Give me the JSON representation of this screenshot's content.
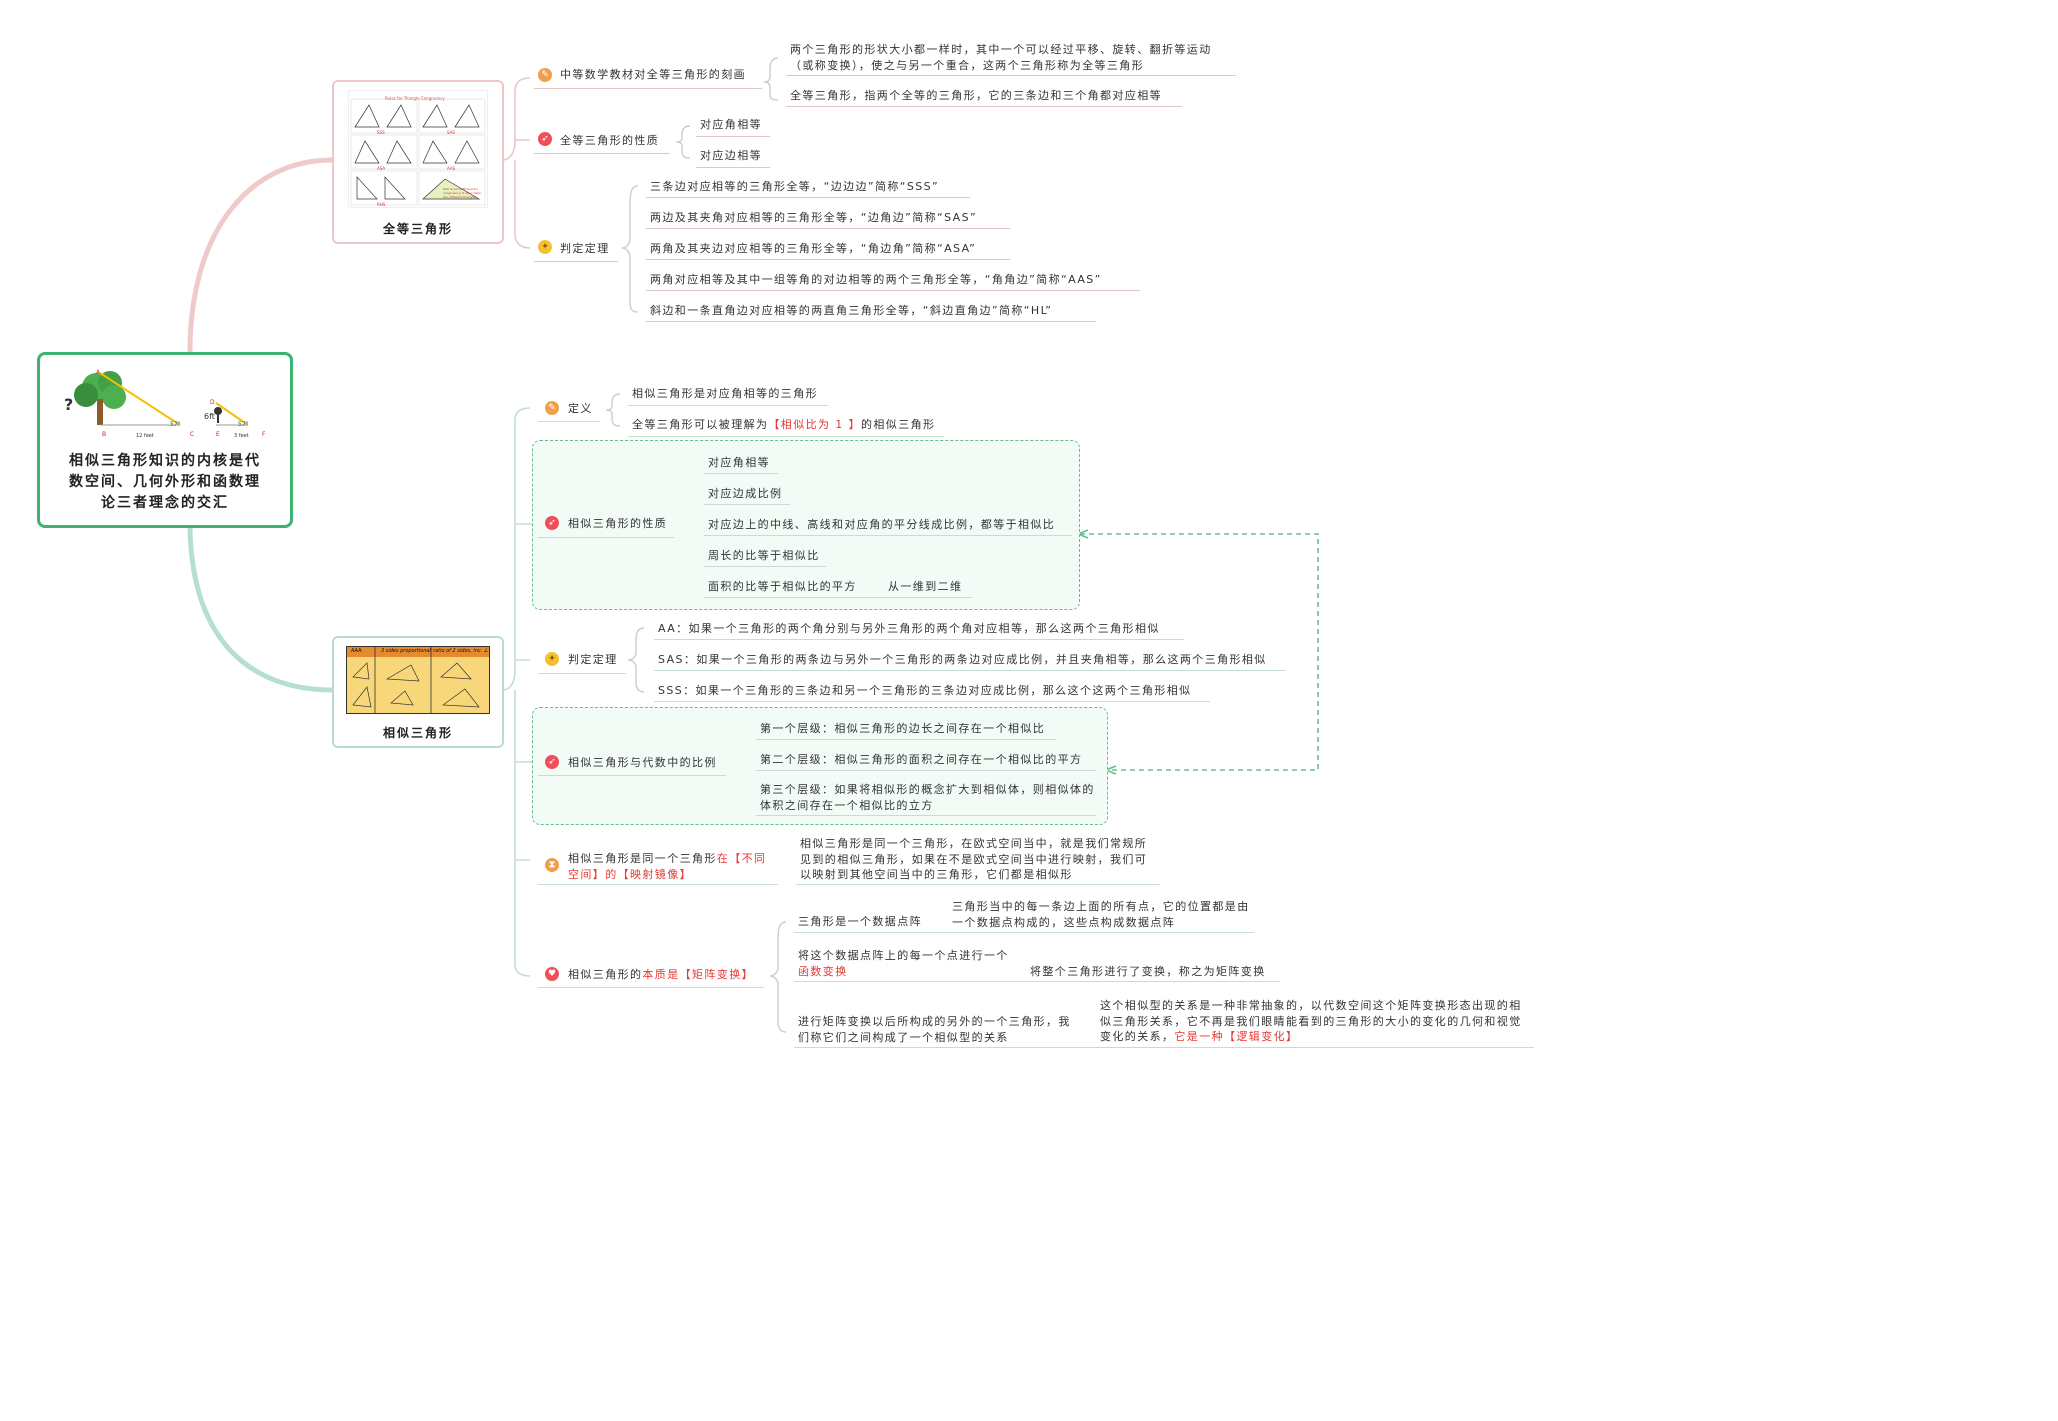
{
  "root": {
    "title_lines": [
      "相似三角形知识的内核是代",
      "数空间、几何外形和函数理",
      "论三者理念的交汇"
    ],
    "image": {
      "question_mark": "?",
      "label_ft": "6ft",
      "angle_a": "57°",
      "angle_b": "57°",
      "dist_a": "12 feet",
      "dist_b": "3 feet",
      "p_a": "A",
      "p_b": "B",
      "p_c": "C",
      "p_d": "D",
      "p_e": "E",
      "p_f": "F"
    }
  },
  "congruent": {
    "title": "全等三角形",
    "thumb": {
      "heading": "Rules for Triangle Congruency",
      "labels": [
        "SSS",
        "SAS",
        "ASA",
        "AAS",
        "RHS"
      ],
      "note": "SSA is not sufficient for congruency. It may make two different triangles."
    },
    "branches": {
      "textbook": {
        "label": "中等数学教材对全等三角形的刻画",
        "items": [
          "两个三角形的形状大小都一样时，其中一个可以经过平移、旋转、翻折等运动（或称变换），使之与另一个重合，这两个三角形称为全等三角形",
          "全等三角形，指两个全等的三角形，它的三条边和三个角都对应相等"
        ]
      },
      "properties": {
        "label": "全等三角形的性质",
        "items": [
          "对应角相等",
          "对应边相等"
        ]
      },
      "criteria": {
        "label": "判定定理",
        "items": [
          "三条边对应相等的三角形全等，“边边边”简称“SSS”",
          "两边及其夹角对应相等的三角形全等，“边角边”简称“SAS”",
          "两角及其夹边对应相等的三角形全等，“角边角”简称“ASA”",
          "两角对应相等及其中一组等角的对边相等的两个三角形全等，“角角边”简称“AAS”",
          "斜边和一条直角边对应相等的两直角三角形全等，“斜边直角边”简称“HL”"
        ]
      }
    }
  },
  "similar": {
    "title": "相似三角形",
    "thumb": {
      "headers": [
        "AAA",
        "3 sides proportional",
        "ratio of 2 sides, inc. ∠"
      ]
    },
    "branches": {
      "definition": {
        "label": "定义",
        "items": [
          "相似三角形是对应角相等的三角形",
          {
            "pre": "全等三角形可以被理解为",
            "hl": "【相似比为 1 】",
            "post": "的相似三角形"
          }
        ]
      },
      "properties": {
        "label": "相似三角形的性质",
        "items": [
          "对应角相等",
          "对应边成比例",
          "对应边上的中线、高线和对应角的平分线成比例，都等于相似比",
          "周长的比等于相似比",
          "面积的比等于相似比的平方"
        ],
        "note": "从一维到二维"
      },
      "criteria": {
        "label": "判定定理",
        "items": [
          "AA：如果一个三角形的两个角分别与另外三角形的两个角对应相等，那么这两个三角形相似",
          "SAS：如果一个三角形的两条边与另外一个三角形的两条边对应成比例，并且夹角相等，那么这两个三角形相似",
          "SSS：如果一个三角形的三条边和另一个三角形的三条边对应成比例，那么这个这两个三角形相似"
        ]
      },
      "algebra": {
        "label": "相似三角形与代数中的比例",
        "items": [
          "第一个层级：相似三角形的边长之间存在一个相似比",
          "第二个层级：相似三角形的面积之间存在一个相似比的平方",
          "第三个层级：如果将相似形的概念扩大到相似体，则相似体的体积之间存在一个相似比的立方"
        ]
      },
      "mapping": {
        "label_pre": "相似三角形是同一个三角形",
        "label_hl": "在【不同空间】的【映射镜像】",
        "detail": "相似三角形是同一个三角形，在欧式空间当中，就是我们常规所见到的相似三角形，如果在不是欧式空间当中进行映射，我们可以映射到其他空间当中的三角形，它们都是相似形"
      },
      "matrix": {
        "label_pre": "相似三角形的",
        "label_hl": "本质是【矩阵变换】",
        "items": {
          "lattice": {
            "label": "三角形是一个数据点阵",
            "detail": "三角形当中的每一条边上面的所有点，它的位置都是由一个数据点构成的，这些点构成数据点阵"
          },
          "function": {
            "label_pre": "将这个数据点阵上的每一个点进行一个",
            "label_hl": "函数变换",
            "detail": "将整个三角形进行了变换，称之为矩阵变换"
          },
          "relation": {
            "label": "进行矩阵变换以后所构成的另外的一个三角形，我们称它们之间构成了一个相似型的关系",
            "detail_pre": "这个相似型的关系是一种非常抽象的，以代数空间这个矩阵变换形态出现的相似三角形关系，它不再是我们眼睛能看到的三角形的大小的变化的几何和视觉变化的关系，",
            "detail_hl": "它是一种【逻辑变化】"
          }
        }
      }
    }
  },
  "colors": {
    "congruent_branch": "#e8b8b8",
    "similar_branch": "#a8d8c8",
    "root_border": "#3cb371",
    "highlight": "#e53935",
    "dashed": "#63c08e"
  }
}
